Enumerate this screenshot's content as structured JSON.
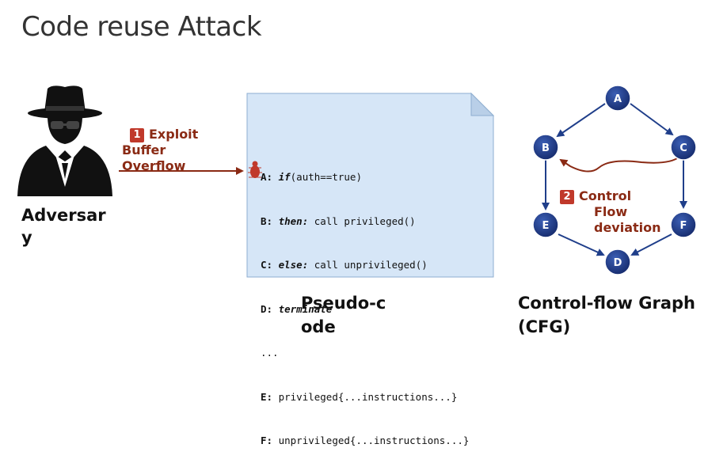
{
  "title": "Code reuse Attack",
  "adversary_label": "Adversary",
  "pseudo_label": "Pseudo-code",
  "cfg_label": "Control-flow Graph (CFG)",
  "step1": {
    "number": "1",
    "line1": "Exploit",
    "line2": "Buffer",
    "line3": "Overflow"
  },
  "step2": {
    "number": "2",
    "line1": "Control",
    "line2": "Flow",
    "line3": "deviation"
  },
  "code_lines": [
    {
      "label": "A:",
      "keyword": "if",
      "rest": "(auth==true)"
    },
    {
      "label": "B:",
      "keyword": "then:",
      "rest": " call privileged()"
    },
    {
      "label": "C:",
      "keyword": "else:",
      "rest": " call unprivileged()"
    },
    {
      "label": "D:",
      "keyword": "terminate",
      "rest": ""
    },
    {
      "label": "...",
      "keyword": "",
      "rest": ""
    },
    {
      "label": "E:",
      "keyword": "",
      "rest": " privileged{...instructions...}"
    },
    {
      "label": "F:",
      "keyword": "",
      "rest": " unprivileged{...instructions...}"
    }
  ],
  "nodes": {
    "A": "A",
    "B": "B",
    "C": "C",
    "D": "D",
    "E": "E",
    "F": "F"
  },
  "colors": {
    "node_fill": "#1f3e8a",
    "edge": "#1f3e8a",
    "attack": "#8a2a14",
    "doc_fill": "#d6e6f7",
    "badge": "#c0392b"
  },
  "icons": {
    "adversary": "spy-icon",
    "bug": "bug-icon"
  }
}
